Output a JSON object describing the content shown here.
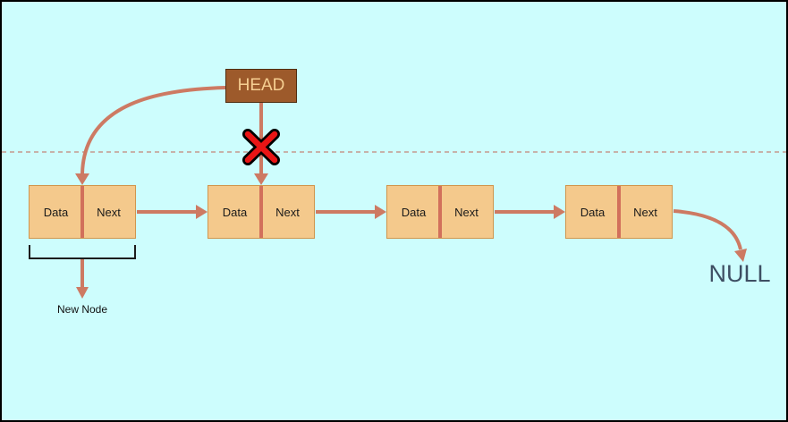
{
  "diagram": {
    "type": "linked-list-insertion-at-head",
    "head": {
      "label": "HEAD"
    },
    "nodes": [
      {
        "data_label": "Data",
        "next_label": "Next"
      },
      {
        "data_label": "Data",
        "next_label": "Next"
      },
      {
        "data_label": "Data",
        "next_label": "Next"
      },
      {
        "data_label": "Data",
        "next_label": "Next"
      }
    ],
    "new_node_caption": "New Node",
    "null_label": "NULL",
    "annotations": {
      "removed_link_marker": "red-x-over-old-head-link",
      "boundary_line": "horizontal-dashed-line"
    },
    "colors": {
      "background": "#cdfdfd",
      "head_fill": "#9d5a2b",
      "head_border": "#4f2d10",
      "head_text": "#f6cf92",
      "node_fill": "#f4c98c",
      "node_border": "#d0954d",
      "node_divider": "#d2705b",
      "arrow": "#cd7a63",
      "dashed_line": "#c59a8e",
      "removed_x": "#ea1515",
      "null_text": "#3e4f63",
      "caption_text": "#111111",
      "bracket": "#1c1c1c"
    }
  }
}
